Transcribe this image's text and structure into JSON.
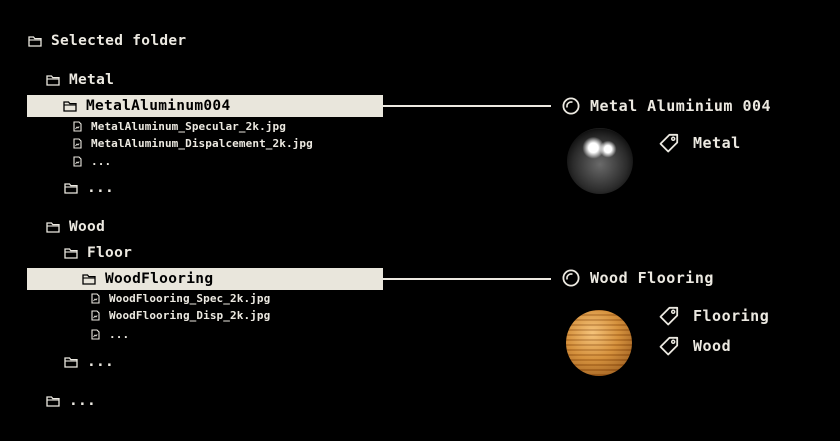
{
  "root": {
    "label": "Selected folder",
    "icon": "folder-icon"
  },
  "tree": {
    "metal": {
      "label": "Metal"
    },
    "metal_aluminum": {
      "label": "MetalAluminum004"
    },
    "metal_files": [
      "MetalAluminum_Specular_2k.jpg",
      "MetalAluminum_Dispalcement_2k.jpg",
      "..."
    ],
    "metal_more": "...",
    "wood": {
      "label": "Wood"
    },
    "floor": {
      "label": "Floor"
    },
    "wood_flooring": {
      "label": "WoodFlooring"
    },
    "wood_files": [
      "WoodFlooring_Spec_2k.jpg",
      "WoodFlooring_Disp_2k.jpg",
      "..."
    ],
    "floor_more": "...",
    "root_more": "..."
  },
  "materials": [
    {
      "name": "Metal Aluminium 004",
      "icon": "circle-icon",
      "tags": [
        "Metal"
      ],
      "preview": "metal-sphere"
    },
    {
      "name": "Wood Flooring",
      "icon": "circle-icon",
      "tags": [
        "Flooring",
        "Wood"
      ],
      "preview": "wood-sphere"
    }
  ],
  "colors": {
    "background": "#000000",
    "foreground": "#ece9e1",
    "highlight": "#e9e6dc"
  }
}
